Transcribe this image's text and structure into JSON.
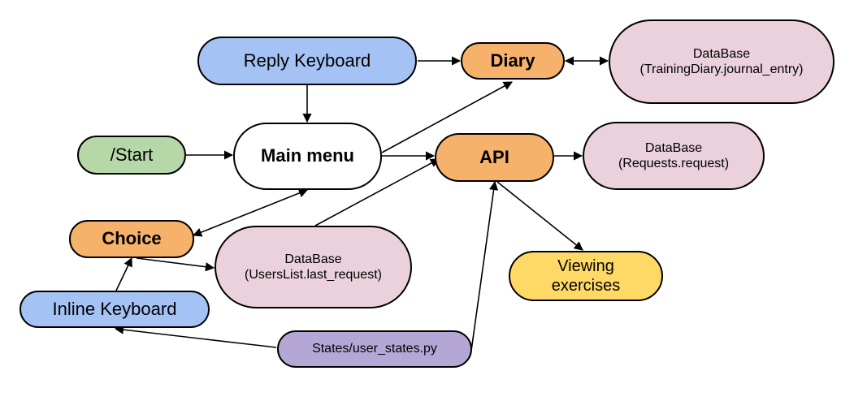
{
  "colors": {
    "blue": "#a4c2f4",
    "green": "#b6d7a8",
    "orange": "#f6b26b",
    "pink": "#ead1dc",
    "yellow": "#ffd966",
    "purple": "#b4a7d6",
    "white": "#ffffff",
    "line": "#000000"
  },
  "nodes": {
    "reply_keyboard": "Reply Keyboard",
    "diary": "Diary",
    "db_diary_1": "DataBase",
    "db_diary_2": "(TrainingDiary.journal_entry)",
    "start": "/Start",
    "main_menu": "Main menu",
    "api": "API",
    "db_requests_1": "DataBase",
    "db_requests_2": "(Requests.request)",
    "choice": "Choice",
    "db_users_1": "DataBase",
    "db_users_2": "(UsersList.last_request)",
    "viewing_1": "Viewing",
    "viewing_2": "exercises",
    "inline_keyboard": "Inline Keyboard",
    "states": "States/user_states.py"
  }
}
